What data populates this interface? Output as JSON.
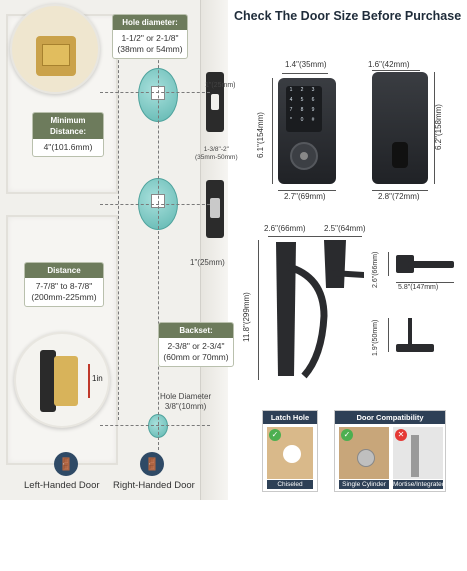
{
  "title": "Check The Door Size Before Purchase",
  "door_labels": {
    "hole_diameter": {
      "head": "Hole diameter:",
      "line1": "1-1/2\" or 2-1/8\"",
      "line2": "(38mm or 54mm)"
    },
    "minimum_distance": {
      "head": "Minimum Distance:",
      "value": "4\"(101.6mm)"
    },
    "distance": {
      "head": "Distance",
      "line1": "7-7/8\" to 8-7/8\"",
      "line2": "(200mm-225mm)"
    },
    "backset": {
      "head": "Backset:",
      "line1": "2-3/8\" or 2-3/4\"",
      "line2": "(60mm or 70mm)"
    },
    "hole_diameter_small": {
      "line1": "Hole Diameter",
      "line2": "3/8\"(10mm)"
    }
  },
  "door_dims": {
    "top_edge": "1\"(25mm)",
    "edge_thickness": "1-3/8\"-2\"",
    "edge_thickness_mm": "(35mm-50mm)",
    "bolt_width": "1\"(25mm)",
    "latch_throw": "1in"
  },
  "handedness": {
    "left": "Left-Handed Door",
    "right": "Right-Handed Door"
  },
  "keypad_lock": {
    "width_top": "1.4\"(35mm)",
    "height": "6.1\"(154mm)",
    "width_bottom": "2.7\"(69mm)",
    "keys": [
      "1",
      "2",
      "3",
      "4",
      "5",
      "6",
      "7",
      "8",
      "9",
      "*",
      "0",
      "#"
    ]
  },
  "interior_lock": {
    "width_top": "1.6\"(42mm)",
    "height": "6.2\"(158mm)",
    "width_bottom": "2.8\"(72mm)"
  },
  "handleset": {
    "width_left": "2.6\"(66mm)",
    "width_right": "2.5\"(64mm)",
    "height": "11.8\"(299mm)"
  },
  "lever": {
    "height": "2.6\"(66mm)",
    "length": "5.8\"(147mm)"
  },
  "latch_piece": {
    "height": "1.9\"(50mm)"
  },
  "cards": {
    "latch_hole": {
      "head": "Latch Hole",
      "caption": "Chiseled"
    },
    "door_compat": {
      "head": "Door Compatibility",
      "caption_left": "Single Cylinder",
      "caption_right": "Mortise/Integrated"
    }
  },
  "colors": {
    "label_green": "#6d7b5c",
    "navy": "#2e4056",
    "bore_teal": "#5fb6b0",
    "lock_black": "#26282c"
  }
}
